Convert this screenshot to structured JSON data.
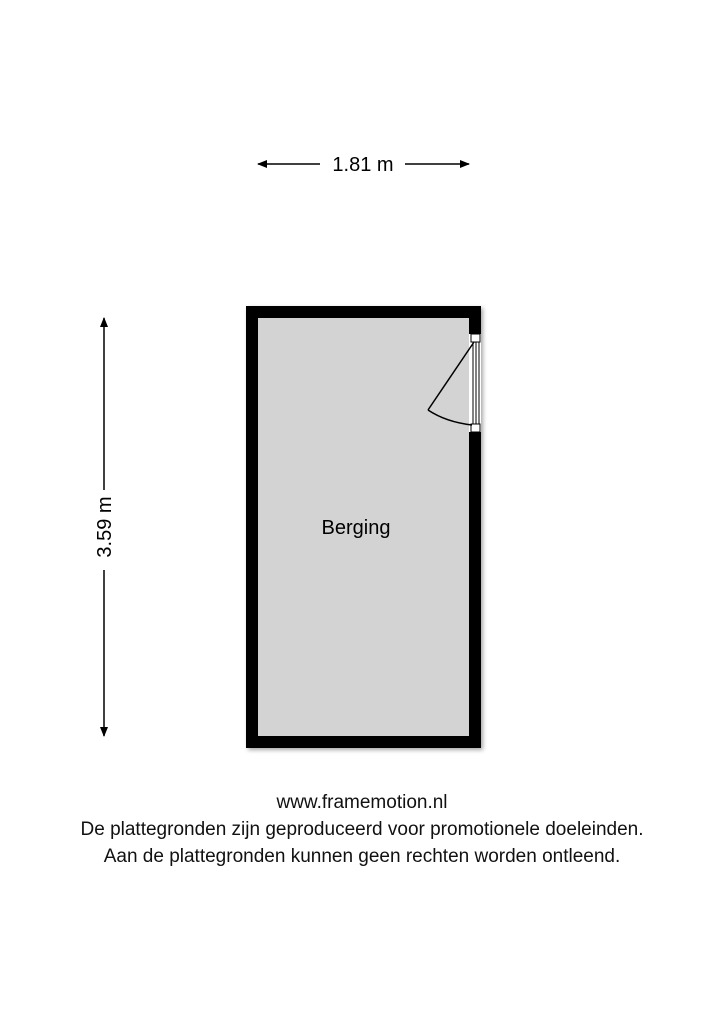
{
  "dimensions": {
    "width_label": "1.81 m",
    "height_label": "3.59 m"
  },
  "rooms": [
    {
      "name": "Berging"
    }
  ],
  "footer": {
    "website": "www.framemotion.nl",
    "disclaimer_1": "De plattegronden zijn geproduceerd voor promotionele doeleinden.",
    "disclaimer_2": "Aan de plattegronden kunnen geen rechten worden ontleend."
  },
  "colors": {
    "wall": "#000000",
    "floor": "#d3d3d3"
  }
}
